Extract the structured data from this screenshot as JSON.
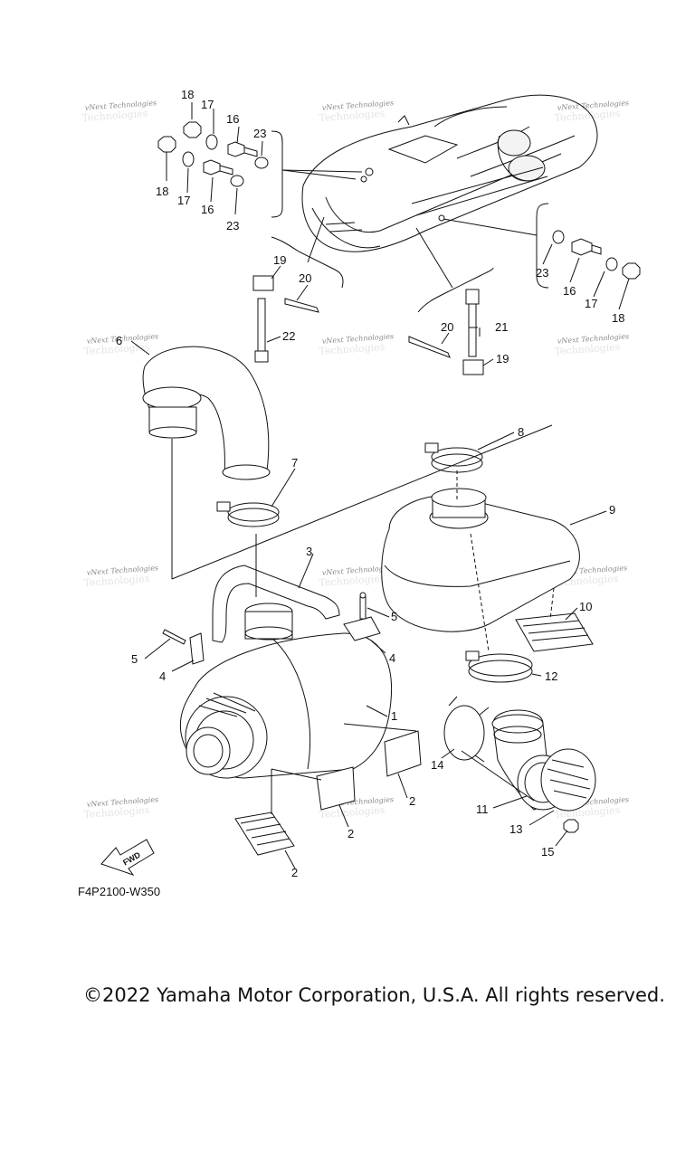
{
  "diagram": {
    "watermark_line1": "vNext Technologies",
    "watermark_line2": "Technologies",
    "fwd_label": "FWD",
    "diagram_code": "F4P2100-W350",
    "copyright": "©2022 Yamaha Motor Corporation, U.S.A. All rights reserved.",
    "callouts": [
      "1",
      "2",
      "3",
      "4",
      "5",
      "6",
      "7",
      "8",
      "9",
      "10",
      "11",
      "12",
      "13",
      "14",
      "15",
      "16",
      "17",
      "18",
      "19",
      "20",
      "21",
      "22",
      "23"
    ]
  }
}
